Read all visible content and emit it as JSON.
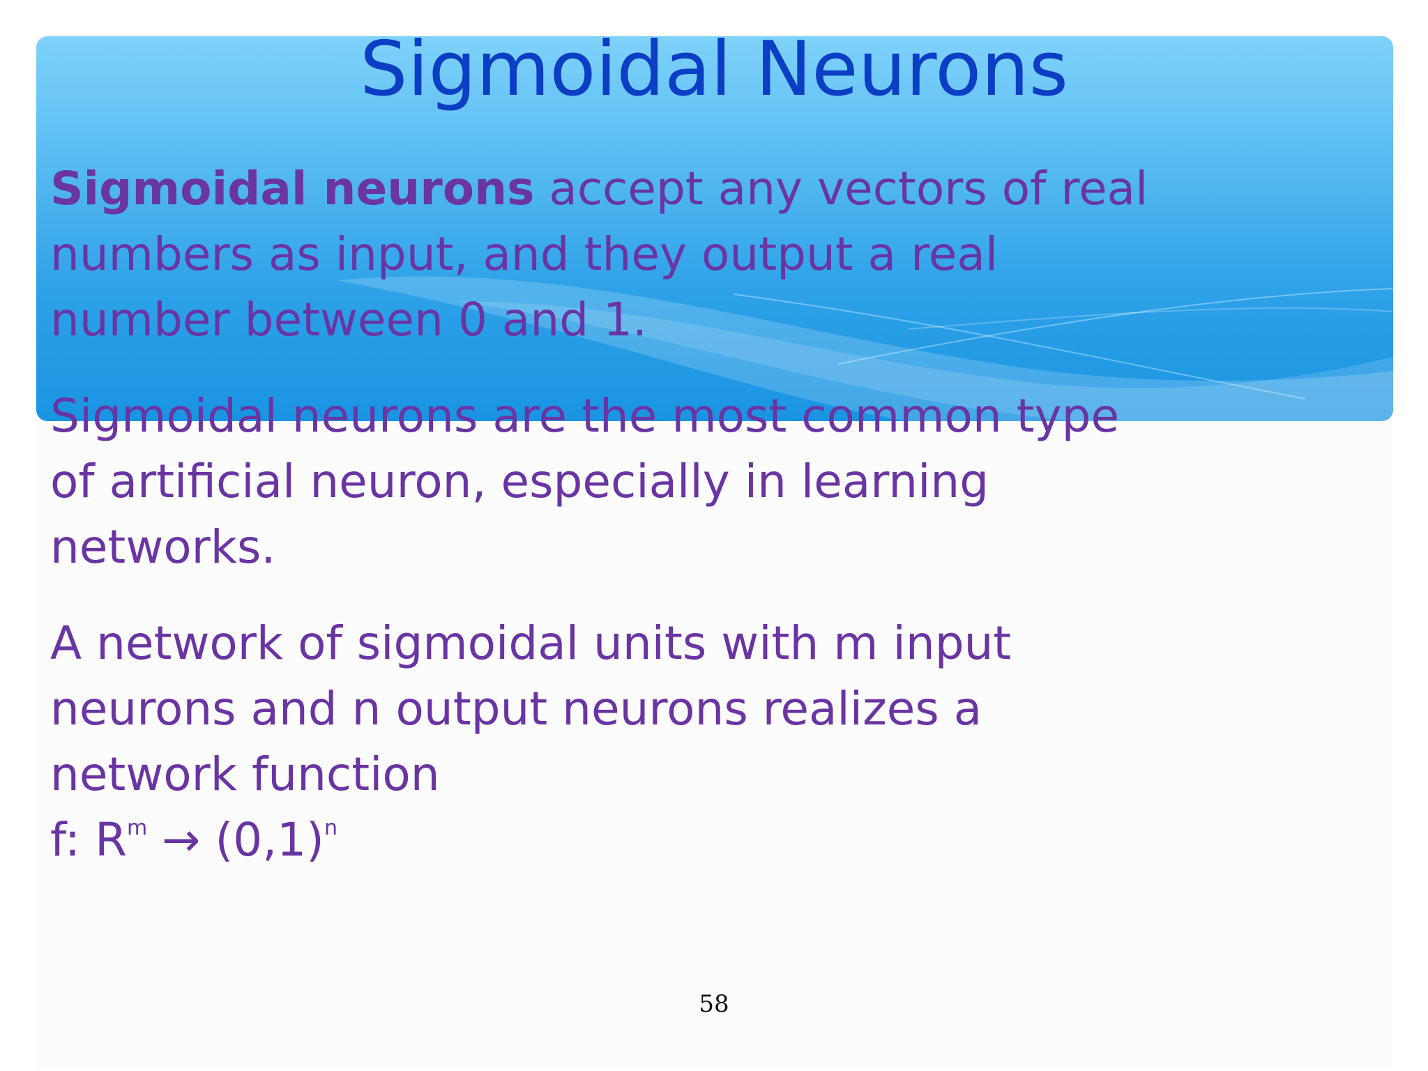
{
  "title": "Sigmoidal Neurons",
  "paragraph1": {
    "bold": "Sigmoidal neurons",
    "line1_rest": " accept any vectors of real",
    "line2": "numbers as input, and they output a real",
    "line3": "number between 0 and 1."
  },
  "paragraph2": {
    "line1": "Sigmoidal neurons are the most common type",
    "line2": "of artificial neuron, especially in learning",
    "line3": "networks."
  },
  "paragraph3": {
    "line1": "A network of sigmoidal units with m input",
    "line2": "neurons and n output neurons realizes a",
    "line3": "network function",
    "formula_prefix": "f: R",
    "formula_sup1": "m",
    "formula_mid": " → (0,1)",
    "formula_sup2": "n"
  },
  "page_number": "58",
  "colors": {
    "title": "#0b3ec4",
    "body_text": "#6a34a3",
    "header_top": "#7fd2fb",
    "header_bottom": "#1a94e2"
  }
}
